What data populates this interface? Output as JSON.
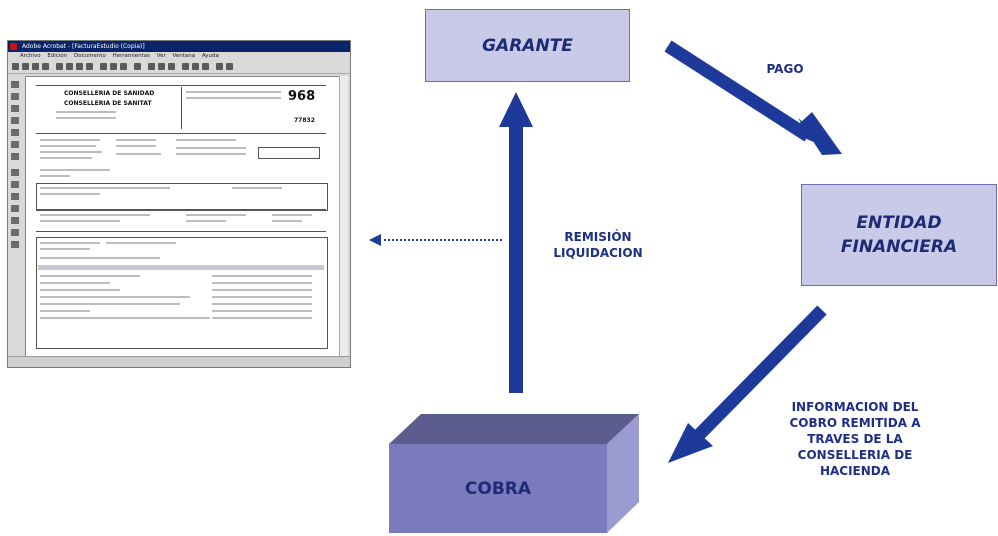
{
  "nodes": {
    "garante": "GARANTE",
    "entidad_line1": "ENTIDAD",
    "entidad_line2": "FINANCIERA",
    "cobra": "COBRA"
  },
  "labels": {
    "pago": "PAGO",
    "remision_line1": "REMISIÓN",
    "remision_line2": "LIQUIDACION",
    "info_lines": [
      "INFORMACION DEL",
      "COBRO REMITIDA A",
      "TRAVES DE LA",
      "CONSELLERIA DE",
      "HACIENDA"
    ]
  },
  "document_window": {
    "title": "Adobe Acrobat - [FacturaEstudio (Copia)]",
    "menu": [
      "Archivo",
      "Edición",
      "Documento",
      "Herramientas",
      "Ver",
      "Ventana",
      "Ayuda"
    ],
    "header_line1": "CONSELLERIA DE SANIDAD",
    "header_line2": "CONSELLERIA DE SANITAT",
    "number": "968",
    "code": "77832"
  },
  "colors": {
    "box_fill": "#c9c9e8",
    "box_border": "#6c6cae",
    "arrow": "#1d3a9a",
    "text": "#1f2a77",
    "cube_front": "#7a7bbd",
    "cube_top": "#5c5c8e",
    "cube_side": "#9a9bd0"
  }
}
